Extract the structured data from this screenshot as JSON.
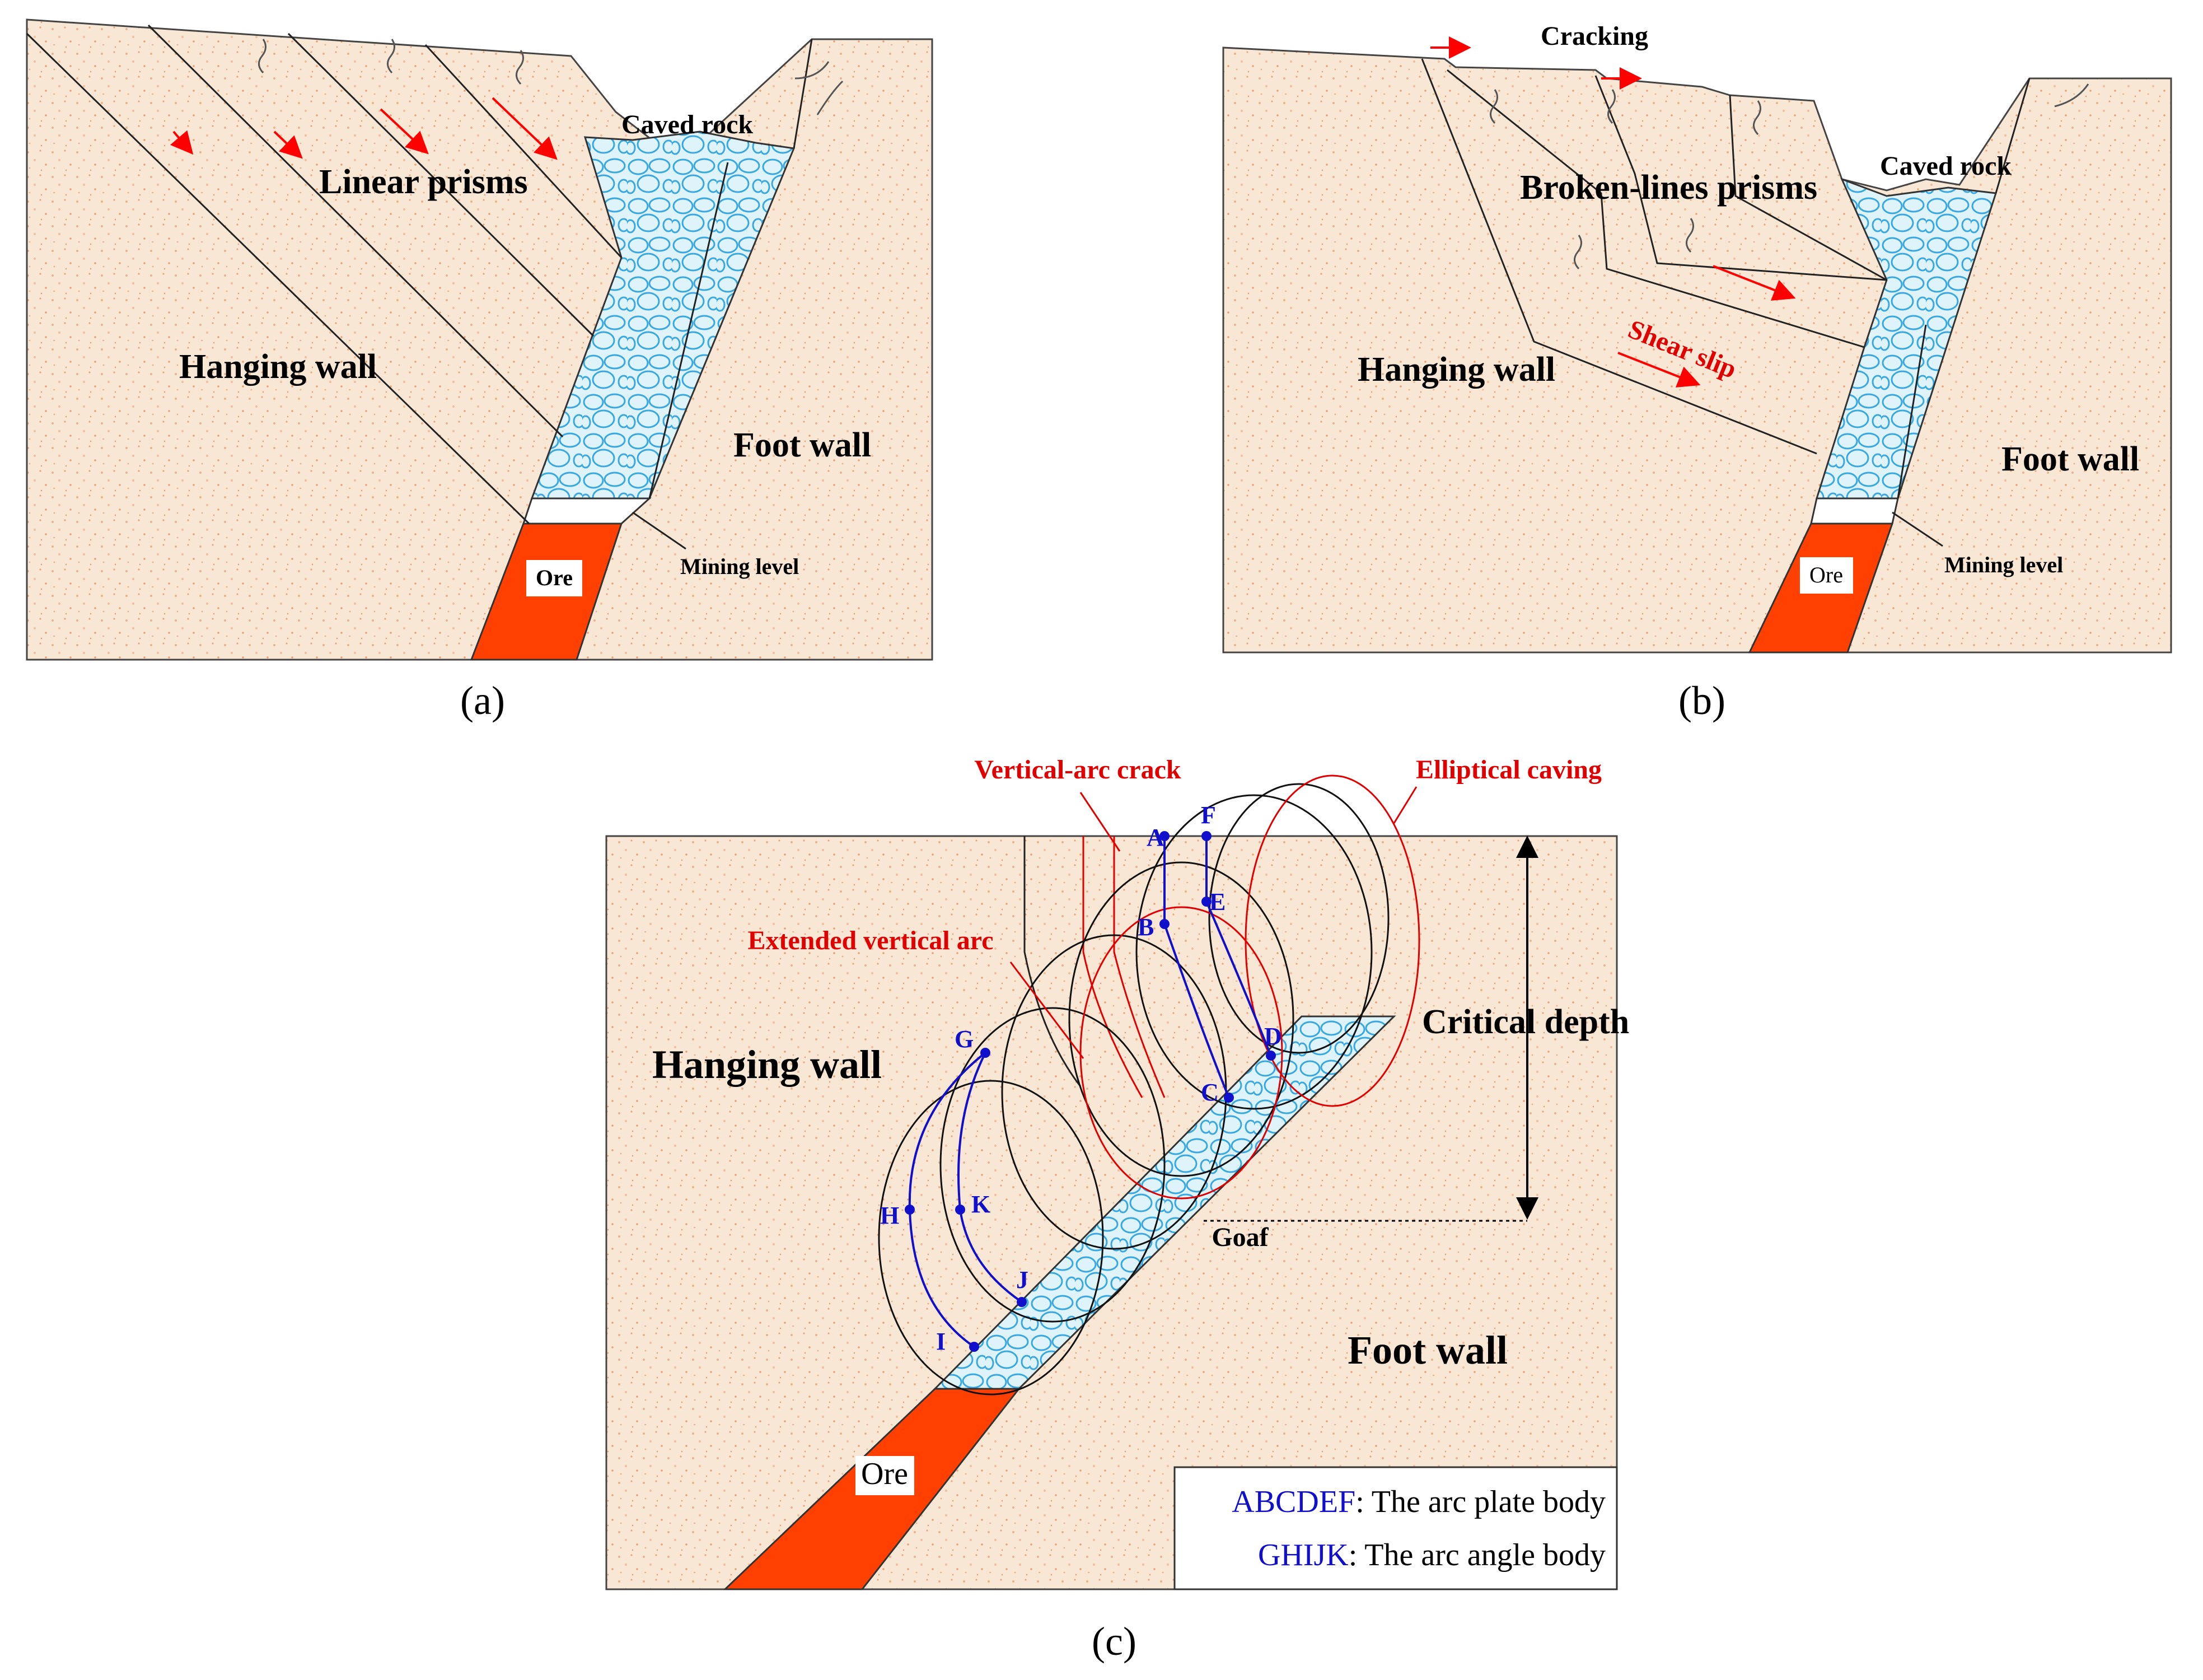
{
  "panels": {
    "a": {
      "caption": "(a)",
      "caved_rock": "Caved rock",
      "linear_prisms": "Linear prisms",
      "hanging_wall": "Hanging wall",
      "foot_wall": "Foot wall",
      "mining_level": "Mining level",
      "ore": "Ore"
    },
    "b": {
      "caption": "(b)",
      "cracking": "Cracking",
      "caved_rock": "Caved rock",
      "broken_lines_prisms": "Broken-lines prisms",
      "shear_slip": "Shear slip",
      "hanging_wall": "Hanging wall",
      "foot_wall": "Foot wall",
      "mining_level": "Mining level",
      "ore": "Ore"
    },
    "c": {
      "caption": "(c)",
      "vertical_arc_crack": "Vertical-arc crack",
      "elliptical_caving": "Elliptical caving",
      "extended_vertical_arc": "Extended vertical arc",
      "critical_depth": "Critical depth",
      "hanging_wall": "Hanging wall",
      "foot_wall": "Foot wall",
      "goaf": "Goaf",
      "ore": "Ore",
      "points": [
        "A",
        "B",
        "C",
        "D",
        "E",
        "F",
        "G",
        "H",
        "I",
        "J",
        "K"
      ],
      "legend": {
        "row1_key": "ABCDEF",
        "row1_text": ": The arc plate body",
        "row2_key": "GHIJK",
        "row2_text": ": The arc angle body"
      }
    }
  },
  "colors": {
    "rock": "#f9e7d6",
    "ore": "#ff4000",
    "caved": "#d9f1fb",
    "caved_outline": "#3aa8e0",
    "red_label": "#e00000",
    "blue_label": "#1010cc",
    "arrow": "#ff0000"
  }
}
